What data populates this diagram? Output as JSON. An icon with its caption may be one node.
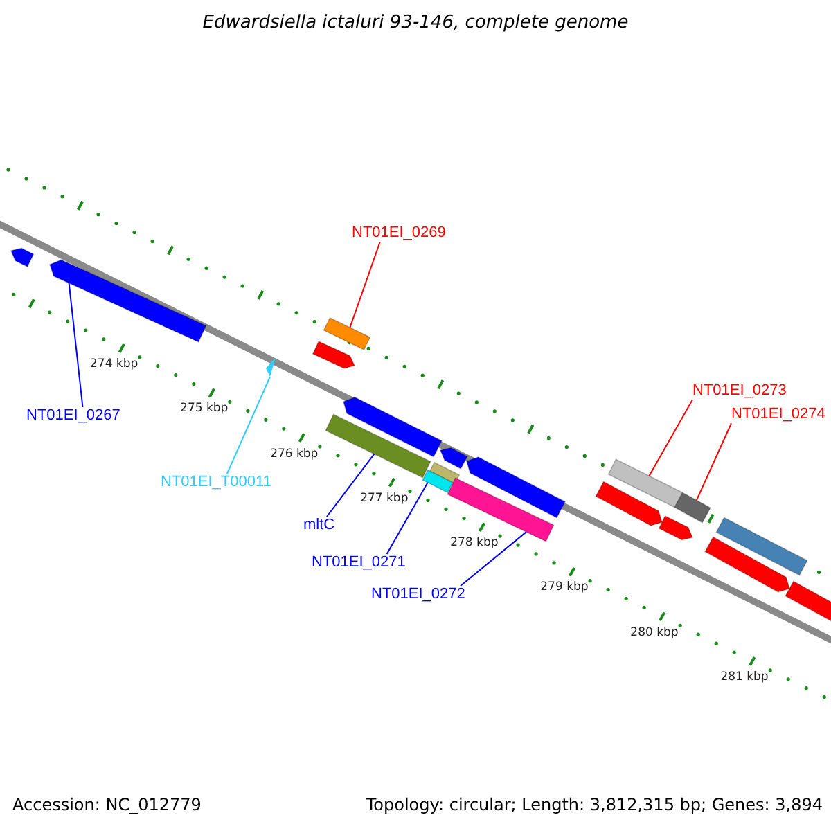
{
  "diagram": {
    "title": "Edwardsiella ictaluri 93-146, complete genome",
    "nodes": [
      {
        "text": [
          "NT01EI_0269"
        ]
      },
      {
        "text": [
          "NT01EI_0273"
        ]
      },
      {
        "text": [
          "NT01EI_0274"
        ]
      },
      {
        "text": [
          "NT01EI_0267"
        ]
      },
      {
        "text": [
          "NT01EI_T00011"
        ]
      },
      {
        "text": [
          "mltC"
        ]
      },
      {
        "text": [
          "NT01EI_0271"
        ]
      },
      {
        "text": [
          "NT01EI_0272"
        ]
      },
      {
        "text": [],
        "shape": "bar"
      },
      {
        "text": [],
        "shape": "triangle"
      },
      {
        "text": [],
        "shape": "bar"
      },
      {
        "text": [],
        "shape": "bar"
      },
      {
        "text": [],
        "shape": "bar"
      },
      {
        "text": [],
        "shape": "bar"
      },
      {
        "text": [],
        "shape": "bar"
      },
      {
        "text": [],
        "shape": "bar"
      }
    ],
    "edges": [
      {
        "from": 0,
        "to": 10,
        "arrow": "none",
        "color": "#ff0000"
      },
      {
        "from": 1,
        "to": 14,
        "arrow": "none",
        "color": "#ff0000"
      },
      {
        "from": 2,
        "to": 15,
        "arrow": "none",
        "color": "#ff0000"
      },
      {
        "from": 3,
        "to": 8,
        "arrow": "none"
      },
      {
        "from": 4,
        "to": 9,
        "arrow": "none",
        "color": "#33ccff"
      },
      {
        "from": 5,
        "to": 11,
        "arrow": "none"
      },
      {
        "from": 6,
        "to": 12,
        "arrow": "none"
      },
      {
        "from": 7,
        "to": 13,
        "arrow": "none"
      }
    ],
    "labels": [
      "274 kbp",
      "275 kbp",
      "276 kbp",
      "277 kbp",
      "278 kbp",
      "279 kbp",
      "280 kbp",
      "281 kbp",
      "Accession: NC_012779",
      "Topology: circular; Length: 3,812,315 bp; Genes: 3,894"
    ]
  }
}
